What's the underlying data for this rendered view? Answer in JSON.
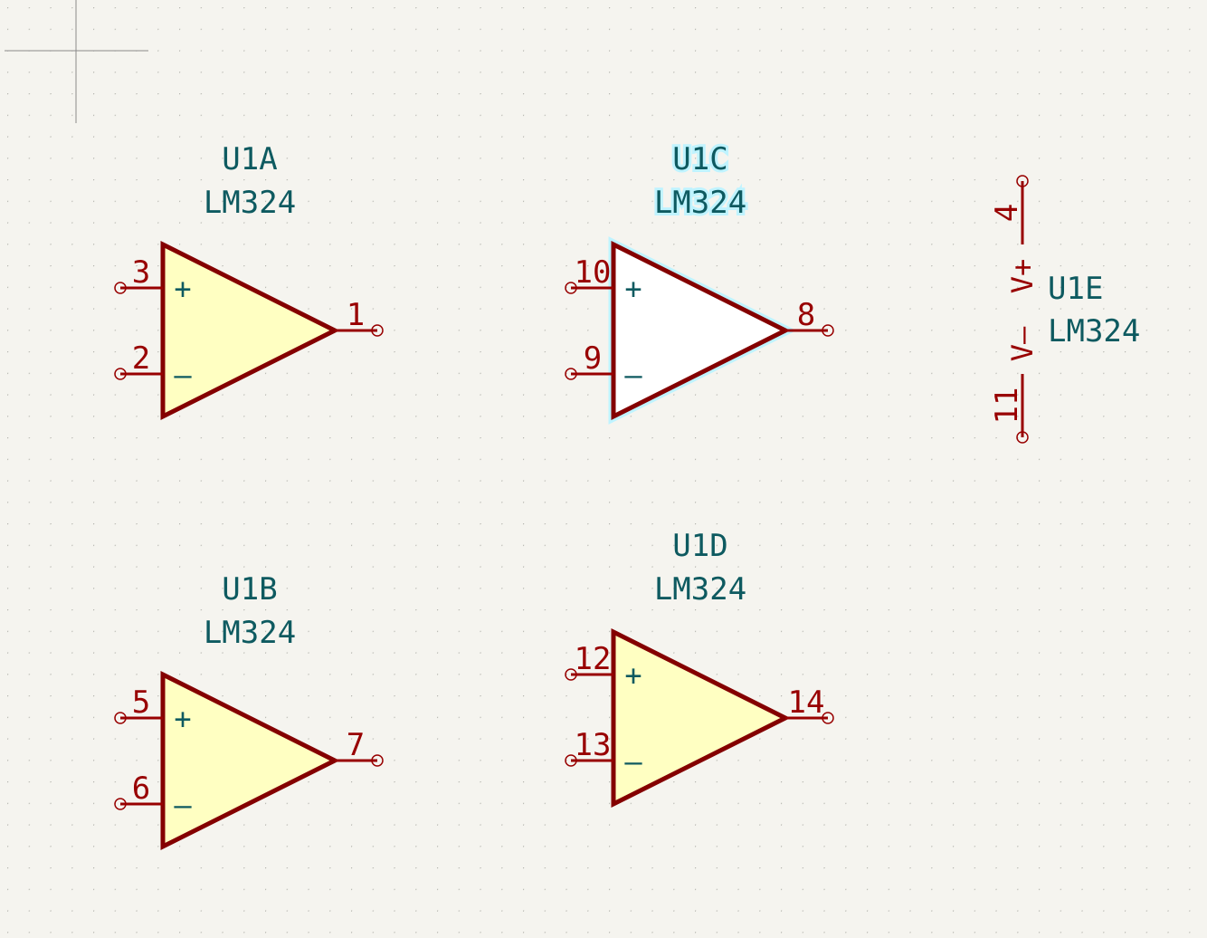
{
  "colors": {
    "background": "#f5f4ef",
    "grid_dot": "#b3b3ad",
    "body_outline": "#840000",
    "body_fill": "#ffffc2",
    "selected_fill": "#ffffff",
    "selection_halo": "#bff3ff",
    "pin": "#980000",
    "reference_text": "#0e5a60"
  },
  "symbols": [
    {
      "id": "u1a",
      "reference": "U1A",
      "value": "LM324",
      "pin_plus": "3",
      "pin_minus": "2",
      "pin_out": "1",
      "plus_sign": "+",
      "minus_sign": "–",
      "selected": false
    },
    {
      "id": "u1b",
      "reference": "U1B",
      "value": "LM324",
      "pin_plus": "5",
      "pin_minus": "6",
      "pin_out": "7",
      "plus_sign": "+",
      "minus_sign": "–",
      "selected": false
    },
    {
      "id": "u1c",
      "reference": "U1C",
      "value": "LM324",
      "pin_plus": "10",
      "pin_minus": "9",
      "pin_out": "8",
      "plus_sign": "+",
      "minus_sign": "–",
      "selected": true
    },
    {
      "id": "u1d",
      "reference": "U1D",
      "value": "LM324",
      "pin_plus": "12",
      "pin_minus": "13",
      "pin_out": "14",
      "plus_sign": "+",
      "minus_sign": "–",
      "selected": false
    }
  ],
  "power_unit": {
    "reference": "U1E",
    "value": "LM324",
    "pin_top": "4",
    "pin_bottom": "11",
    "name_top": "V+",
    "name_bottom": "V–"
  }
}
